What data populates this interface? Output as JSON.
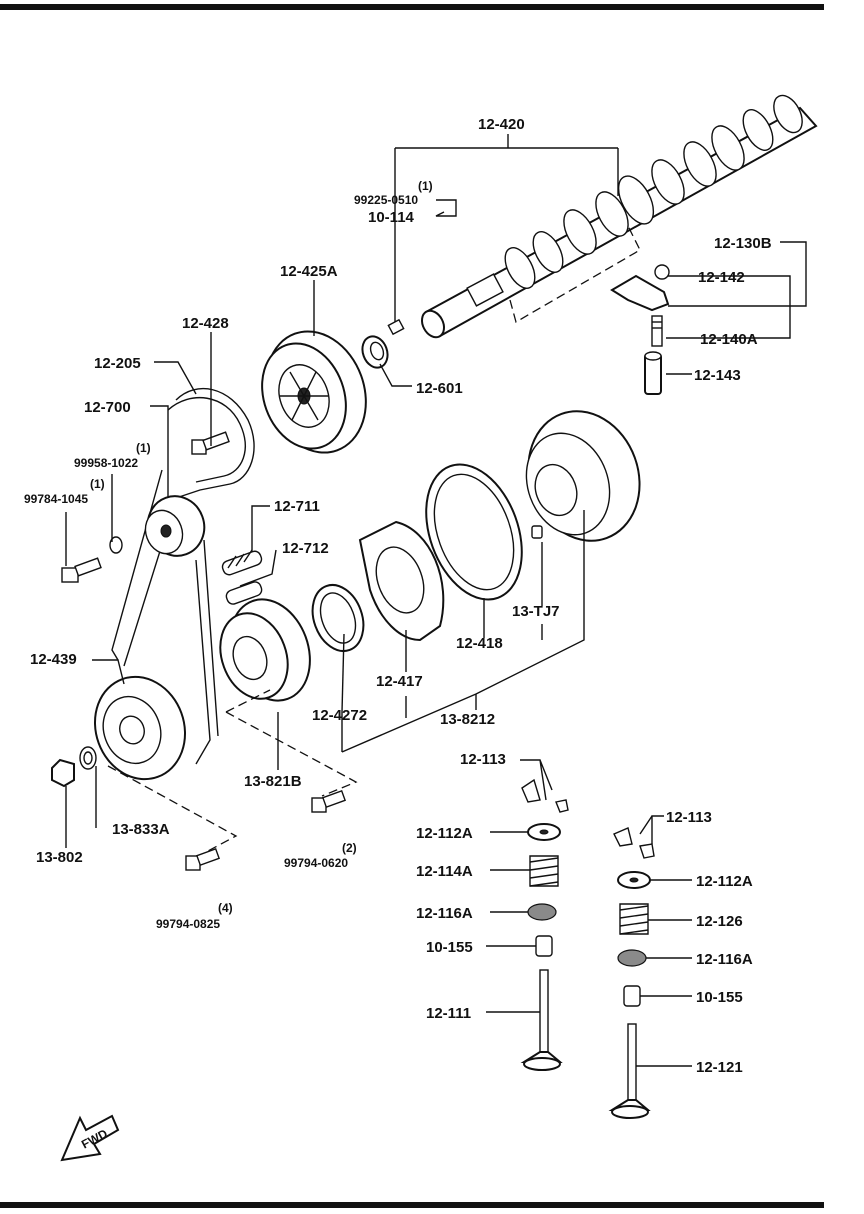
{
  "diagram": {
    "labels": {
      "camshaft": "12-420",
      "plug_qty": "(1)",
      "plug_part": "99225-0510",
      "plug_ref": "10-114",
      "cam_pulley": "12-425A",
      "rocker_assy": "12-130B",
      "rocker_nut": "12-142",
      "rocker_bolt": "12-140A",
      "lash_adjuster": "12-143",
      "oil_seal_cam": "12-601",
      "tensioner_bolt_ref": "12-428",
      "timing_belt": "12-205",
      "tensioner": "12-700",
      "washer_qty": "(1)",
      "washer_part": "99958-1022",
      "bolt_qty": "(1)",
      "bolt_part": "99784-1045",
      "tensioner_spring_1": "12-711",
      "tensioner_spring_2": "12-712",
      "crank_pulley": "12-439",
      "crank_timing_pulley": "13-821B",
      "crank_bolt_qty": "(2)",
      "crank_bolt_part": "99794-0620",
      "crank_washer": "13-833A",
      "crank_bolt": "13-802",
      "lower_bolt_qty": "(4)",
      "lower_bolt_part": "99794-0825",
      "oil_seal_crank": "12-4272",
      "plate": "12-417",
      "pulsation_ring": "12-418",
      "dowel": "13-TJ7",
      "crank_gear_set": "13-8212",
      "valve_key_in": "12-113",
      "retainer_in": "12-112A",
      "spring_in": "12-114A",
      "seat_in": "12-116A",
      "stem_seal_in": "10-155",
      "valve_in": "12-111",
      "valve_key_ex": "12-113",
      "retainer_ex": "12-112A",
      "spring_ex": "12-126",
      "seat_ex": "12-116A",
      "stem_seal_ex": "10-155",
      "valve_ex": "12-121",
      "fwd_arrow": "FWD"
    }
  }
}
